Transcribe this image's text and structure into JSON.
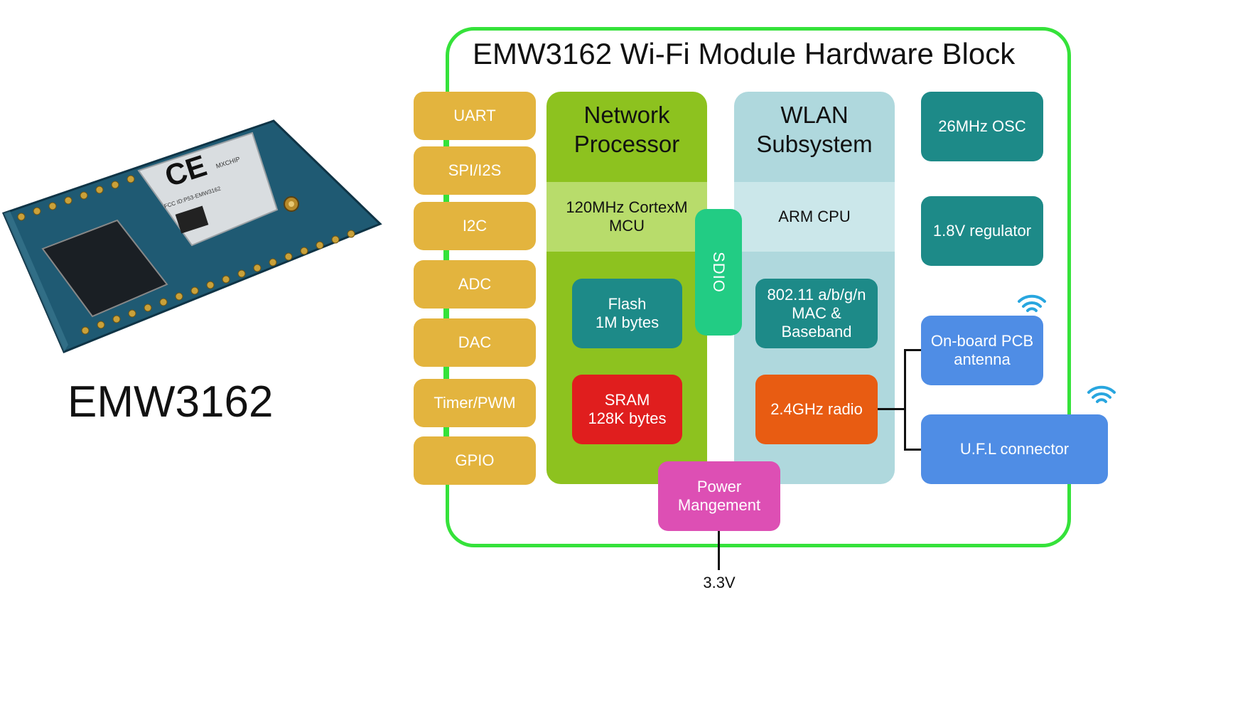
{
  "diagram": {
    "title": "EMW3162 Wi-Fi Module Hardware Block",
    "module_caption": "EMW3162",
    "module_photo_labels": {
      "ce_mark": "CE",
      "brand": "MXCHIP",
      "fcc": "FCC ID:P53-EMW3162"
    },
    "interfaces": [
      "UART",
      "SPI/I2S",
      "I2C",
      "ADC",
      "DAC",
      "Timer/PWM",
      "GPIO"
    ],
    "network_processor": {
      "title": "Network\nProcessor",
      "mcu": "120MHz CortexM\nMCU",
      "flash": "Flash\n1M bytes",
      "sram": "SRAM\n128K bytes"
    },
    "sdio": "SDIO",
    "wlan": {
      "title": "WLAN\nSubsystem",
      "cpu": "ARM CPU",
      "mac": "802.11 a/b/g/n\nMAC &\nBaseband",
      "radio": "2.4GHz radio"
    },
    "peripherals": {
      "osc": "26MHz OSC",
      "regulator": "1.8V regulator",
      "pcb_antenna": "On-board PCB\nantenna",
      "ufl": "U.F.L connector"
    },
    "power": {
      "label": "Power\nMangement",
      "voltage": "3.3V"
    },
    "colors": {
      "border": "#35e23a",
      "interface": "#e3b43e",
      "network_processor": "#8dc21f",
      "mcu_band": "#b8dc6b",
      "wlan": "#afd8dd",
      "wlan_band": "#cbe7ea",
      "teal": "#1d8a88",
      "sram": "#e01e1e",
      "radio": "#e85c12",
      "sdio": "#22cc84",
      "blue": "#4f8de5",
      "power": "#dd4fb4"
    }
  }
}
